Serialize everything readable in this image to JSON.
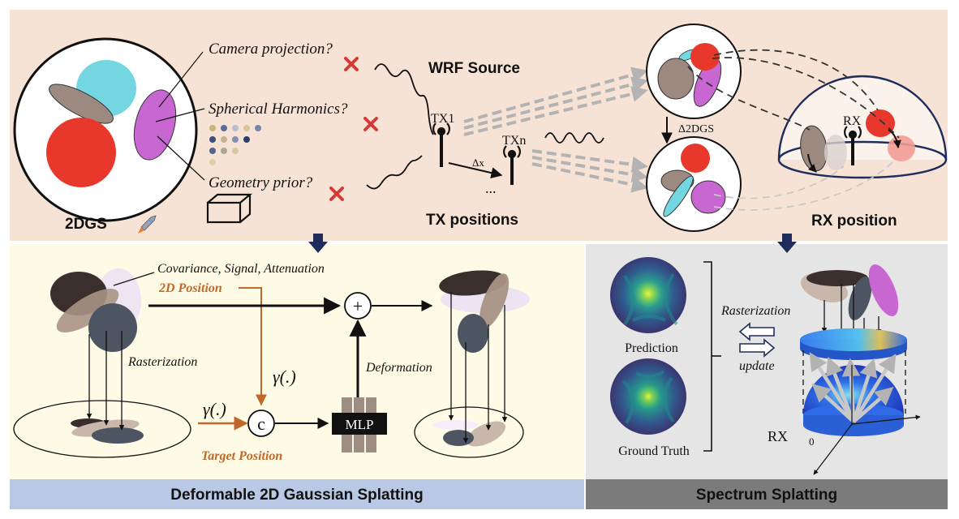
{
  "colors": {
    "top_panel": "#f7e3d6",
    "left_panel": "#fdfbe5",
    "right_panel": "#e5e5e5",
    "left_footer": "#b9c8e4",
    "right_footer": "#7b7b7b",
    "accent_orange": "#c2672a",
    "cross_red": "#d43a35",
    "gaussian_red": "#e8382c",
    "gaussian_cyan": "#74d6e0",
    "gaussian_violet": "#c866d2",
    "gaussian_brown": "#9c8a80"
  },
  "top": {
    "questions": [
      "Camera projection?",
      "Spherical Harmonics?",
      "Geometry prior?"
    ],
    "label_2dgs": "2DGS",
    "label_2dgs_icon": "rocket-icon",
    "wrf_source": "WRF Source",
    "tx1": "TX1",
    "txn": "TXn",
    "delta_x": "Δx",
    "dots": "...",
    "tx_positions": "TX positions",
    "delta_2dgs": "Δ2DGS",
    "rx": "RX",
    "rx_position": "RX position"
  },
  "left": {
    "attributes": "Covariance, Signal, Attenuation",
    "position_2d": "2D Position",
    "rasterization": "Rasterization",
    "plus": "+",
    "gamma_top": "γ(.)",
    "gamma_left": "γ(.)",
    "concat": "c",
    "mlp": "MLP",
    "deformation": "Deformation",
    "target_position": "Target Position",
    "footer": "Deformable 2D Gaussian Splatting"
  },
  "right": {
    "prediction": "Prediction",
    "ground_truth": "Ground Truth",
    "rasterization": "Rasterization",
    "update": "update",
    "rx": "RX",
    "origin": "0",
    "footer": "Spectrum Splatting"
  }
}
